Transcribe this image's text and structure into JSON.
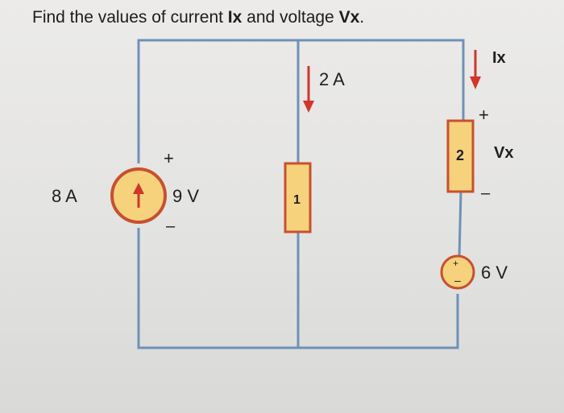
{
  "question": {
    "prefix": "Find the values of current ",
    "ix": "Ix",
    "middle": " and voltage ",
    "vx": "Vx",
    "suffix": "."
  },
  "circuit": {
    "current_source": {
      "label": "8 A"
    },
    "cs_voltage": {
      "plus": "+",
      "value": "9 V",
      "minus": "–"
    },
    "branch_current": {
      "label": "2 A"
    },
    "resistor_1": {
      "value": "1"
    },
    "ix_current": {
      "label": "Ix"
    },
    "resistor_2": {
      "value": "2",
      "plus": "+",
      "vx": "Vx",
      "minus": "–"
    },
    "voltage_source": {
      "plus": "+",
      "minus": "–",
      "label": "6 V"
    },
    "colors": {
      "wire": "#6f91b8",
      "component_fill": "#f6d27d",
      "component_stroke": "#c8502e",
      "arrow": "#d0362a"
    }
  }
}
